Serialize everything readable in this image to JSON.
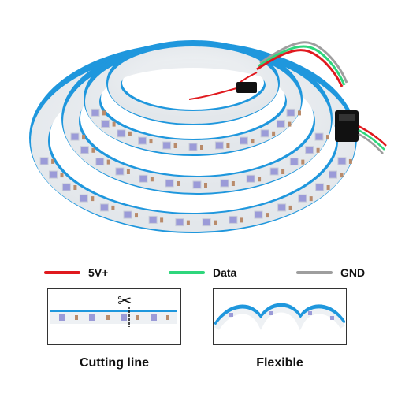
{
  "product_image": {
    "subject": "coiled LED strip",
    "strip_color": "#ffffff",
    "strip_backing_color": "#1f97dd",
    "led_color": "#9b9bd8",
    "resistor_color": "#b98b6b",
    "connector_color": "#111111"
  },
  "wire_legend": [
    {
      "label": "5V+",
      "color": "#e0191e"
    },
    {
      "label": "Data",
      "color": "#2fd67c"
    },
    {
      "label": "GND",
      "color": "#9e9e9e"
    }
  ],
  "panels": [
    {
      "caption": "Cutting line",
      "icon": "scissors-icon"
    },
    {
      "caption": "Flexible"
    }
  ]
}
